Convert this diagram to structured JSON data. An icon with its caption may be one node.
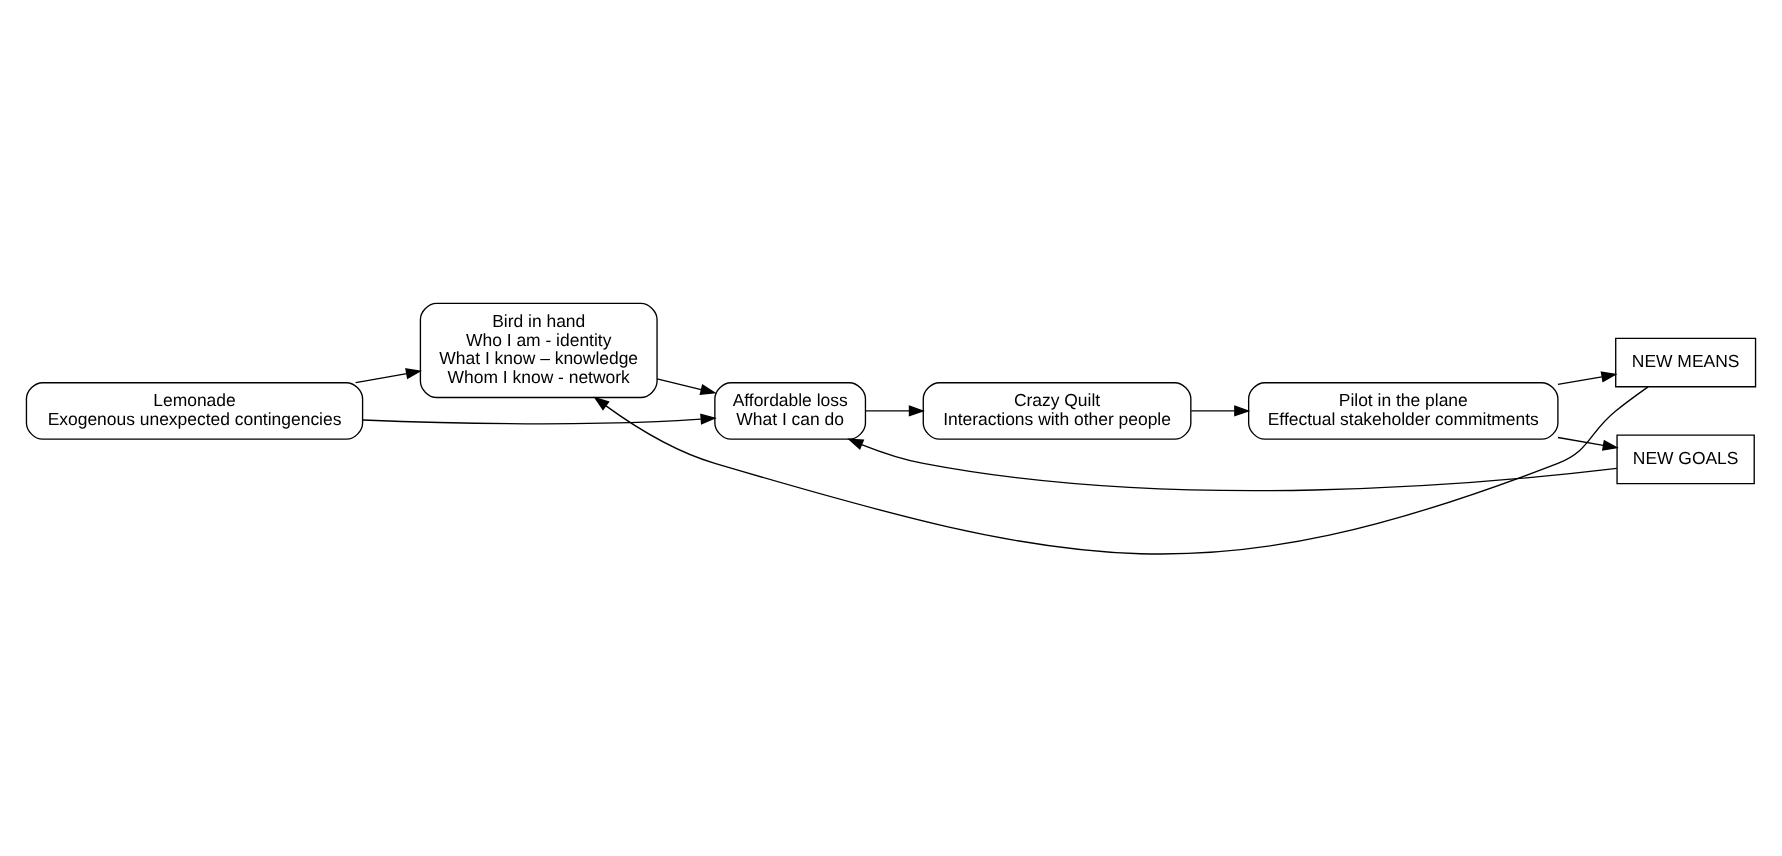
{
  "diagram": {
    "nodes": [
      {
        "text": [
          "Bird in hand",
          "Who I am - identity",
          "What I know – knowledge",
          "Whom I know - network"
        ]
      },
      {
        "text": [
          "Affordable loss",
          "What I can do"
        ]
      },
      {
        "text": [
          "Crazy Quilt",
          "Interactions with other people"
        ]
      },
      {
        "text": [
          "Pilot in the plane",
          "Effectual stakeholder commitments"
        ]
      },
      {
        "text": [
          "NEW MEANS"
        ]
      },
      {
        "text": [
          "NEW GOALS"
        ]
      },
      {
        "text": [
          "Lemonade",
          "Exogenous unexpected contingencies"
        ]
      }
    ],
    "edges": [
      {
        "from": 0,
        "to": 1,
        "arrow": "to"
      },
      {
        "from": 1,
        "to": 2,
        "arrow": "to"
      },
      {
        "from": 2,
        "to": 3,
        "arrow": "to"
      },
      {
        "from": 3,
        "to": 4,
        "arrow": "to"
      },
      {
        "from": 3,
        "to": 5,
        "arrow": "to"
      },
      {
        "from": 4,
        "to": 0,
        "arrow": "to"
      },
      {
        "from": 5,
        "to": 1,
        "arrow": "to"
      },
      {
        "from": 6,
        "to": 0,
        "arrow": "to"
      },
      {
        "from": 6,
        "to": 1,
        "arrow": "to"
      }
    ]
  }
}
